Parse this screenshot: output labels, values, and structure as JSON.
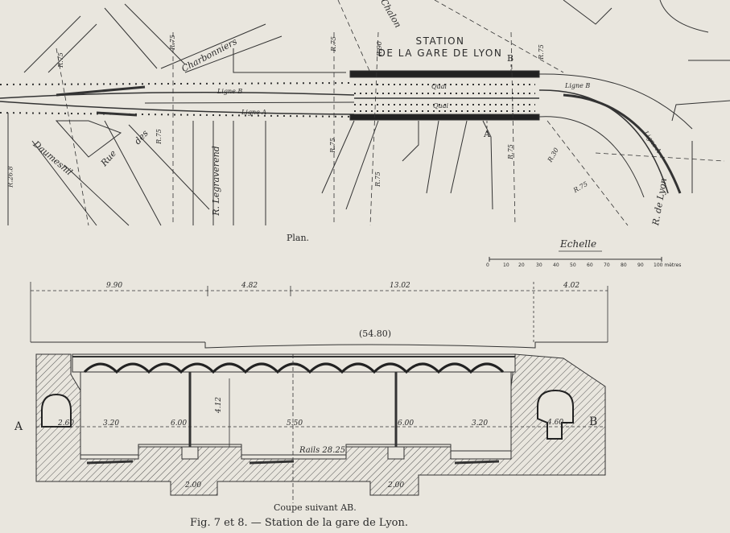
{
  "plan": {
    "station_line1": "STATION",
    "station_line2": "DE LA GARE DE LYON",
    "label": "Plan.",
    "streets": {
      "chalon": "Chalon",
      "charbonniers": "Charbonniers",
      "rue": "Rue",
      "des": "des",
      "daumesnil": "Daumesnil",
      "legraverend": "R. Legraverend",
      "lyon": "R. de Lyon"
    },
    "lines": {
      "a": "Ligne A",
      "b": "Ligne B"
    },
    "quai": "Quai",
    "section_markers": {
      "a": "A",
      "b": "B"
    },
    "levels": [
      "R.26.8",
      "R.75",
      "R.75",
      "R.75",
      "R.90",
      "R.75",
      "R.75",
      "R.75",
      "R.30",
      "R.75",
      "R.75",
      "R.75"
    ]
  },
  "scale": {
    "title": "Echelle",
    "ticks": [
      "0",
      "10",
      "20",
      "30",
      "40",
      "50",
      "60",
      "70",
      "80",
      "90",
      "100 mètres"
    ]
  },
  "section": {
    "top_dims": [
      "9.90",
      "4.82",
      "13.02",
      "4.02"
    ],
    "total": "(54.80)",
    "height": "4.12",
    "rails": "Rails 28.25",
    "bottom_dims": [
      "2.60",
      "3.20",
      "6.00",
      "5.50",
      "6.00",
      "3.20",
      "4.60"
    ],
    "sump_dims": [
      "2.00",
      "2.00"
    ],
    "marker_a": "A",
    "marker_b": "B",
    "label": "Coupe suivant AB."
  },
  "caption": "Fig. 7 et 8. — Station de la gare de Lyon.",
  "colors": {
    "paper": "#e9e6de",
    "ink": "#2a2a2a"
  }
}
